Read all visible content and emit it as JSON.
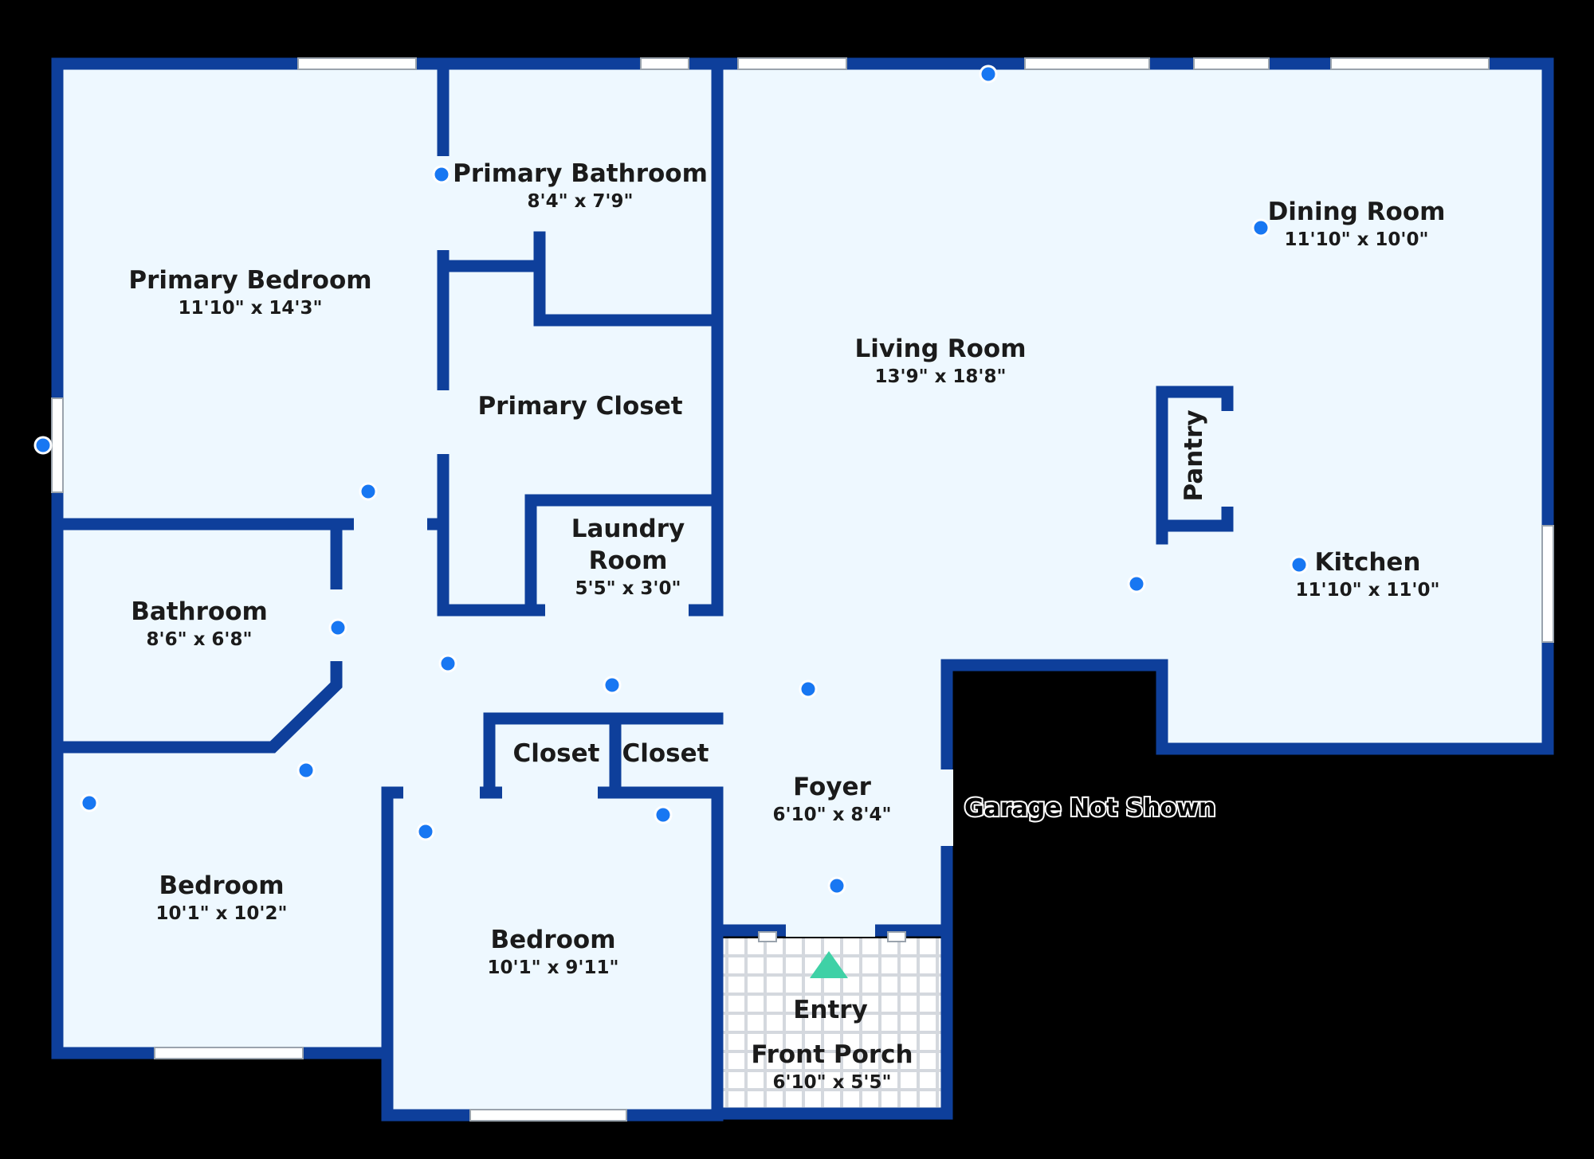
{
  "colors": {
    "wall": "#0e3f9b",
    "floor": "#eef8ff",
    "background": "#000000",
    "pin": "#1877f2",
    "entry_marker": "#3fd1a6",
    "window": "#ffffff"
  },
  "rooms": {
    "primary_bedroom": {
      "name": "Primary Bedroom",
      "dims": "11'10\" x 14'3\""
    },
    "primary_bathroom": {
      "name": "Primary Bathroom",
      "dims": "8'4\" x 7'9\""
    },
    "primary_closet": {
      "name": "Primary Closet"
    },
    "laundry_room": {
      "name_line1": "Laundry",
      "name_line2": "Room",
      "dims": "5'5\" x 3'0\""
    },
    "living_room": {
      "name": "Living Room",
      "dims": "13'9\" x 18'8\""
    },
    "dining_room": {
      "name": "Dining Room",
      "dims": "11'10\" x 10'0\""
    },
    "pantry": {
      "name": "Pantry"
    },
    "kitchen": {
      "name": "Kitchen",
      "dims": "11'10\" x 11'0\""
    },
    "bathroom": {
      "name": "Bathroom",
      "dims": "8'6\" x 6'8\""
    },
    "closet_1": {
      "name": "Closet"
    },
    "closet_2": {
      "name": "Closet"
    },
    "foyer": {
      "name": "Foyer",
      "dims": "6'10\" x 8'4\""
    },
    "bedroom_1": {
      "name": "Bedroom",
      "dims": "10'1\" x 10'2\""
    },
    "bedroom_2": {
      "name": "Bedroom",
      "dims": "10'1\" x 9'11\""
    },
    "entry": {
      "name": "Entry"
    },
    "front_porch": {
      "name": "Front Porch",
      "dims": "6'10\" x 5'5\""
    }
  },
  "notes": {
    "garage": "Garage Not Shown"
  },
  "icons": {
    "photo_pin": "camera-location-pin-icon",
    "entry_marker": "entry-arrow-icon"
  }
}
